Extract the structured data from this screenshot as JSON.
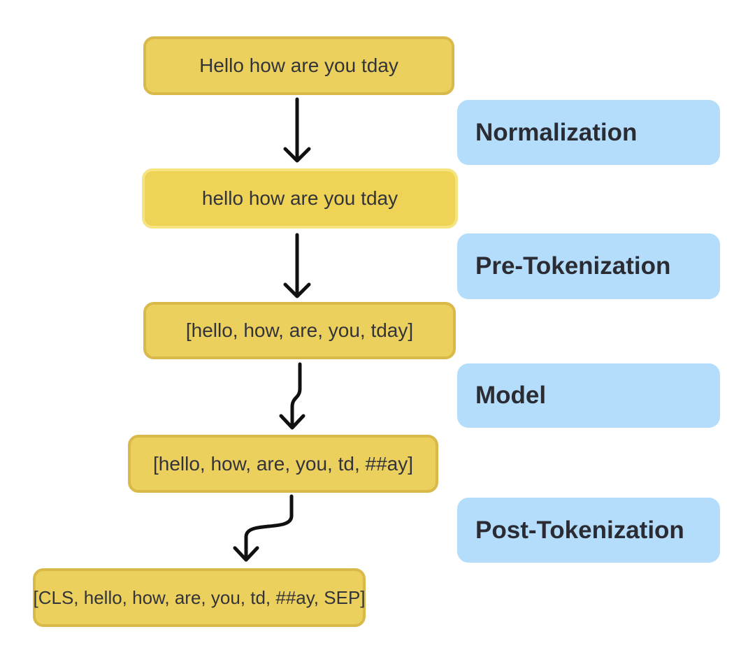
{
  "diagram": {
    "description": "Tokenization pipeline flow diagram"
  },
  "colors": {
    "background": "#ffffff",
    "node_fill": "#ecd05e",
    "node_border": "#d8b94a",
    "node_highlight_fill": "#efd356",
    "node_highlight_border": "#f5e47f",
    "stage_fill": "#b4ddfb",
    "node_text": "#33343a",
    "stage_text": "#2b2c33",
    "arrow": "#101010"
  },
  "pipeline": {
    "nodes": [
      {
        "id": "input",
        "text": "Hello how are you tday"
      },
      {
        "id": "normalized",
        "text": "hello how are you tday"
      },
      {
        "id": "pretokenized",
        "text": "[hello, how, are, you, tday]"
      },
      {
        "id": "model_output",
        "text": "[hello, how, are, you, td, ##ay]"
      },
      {
        "id": "final_output",
        "text": "[CLS, hello, how, are, you, td, ##ay, SEP]"
      }
    ],
    "stages": [
      {
        "id": "normalization",
        "label": "Normalization"
      },
      {
        "id": "pre_tokenization",
        "label": "Pre-Tokenization"
      },
      {
        "id": "model",
        "label": "Model"
      },
      {
        "id": "post_tokenization",
        "label": "Post-Tokenization"
      }
    ]
  }
}
